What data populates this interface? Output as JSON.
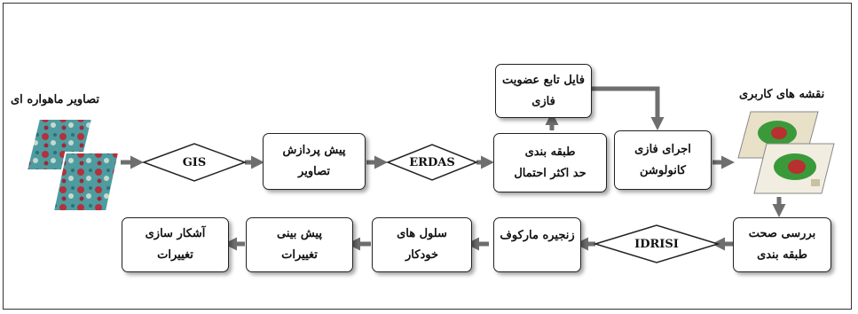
{
  "diagram": {
    "left_caption": "تصاویر ماهواره ای",
    "right_caption": "نقشه های کاربری",
    "diamonds": {
      "gis": "GIS",
      "erdas": "ERDAS",
      "idrisi": "IDRISI"
    },
    "boxes": {
      "preprocess": [
        "پیش پردازش",
        "تصاویر"
      ],
      "membership": [
        "فایل تابع عضویت",
        "فازی"
      ],
      "classify": [
        "طبقه بندی",
        "حد اکثر احتمال"
      ],
      "fuzzy_conv": [
        "اجرای فازی",
        "کانولوشن"
      ],
      "accuracy": [
        "بررسی صحت",
        "طبقه بندی"
      ],
      "markov": [
        "زنجیره مارکوف"
      ],
      "ca": [
        "سلول  های",
        "خودکار"
      ],
      "predict": [
        "پیش بینی",
        "تغییرات"
      ],
      "reveal": [
        "آشکار سازی",
        "تغییرات"
      ]
    },
    "colors": {
      "arrow": "#6e6e6e",
      "border": "#222222",
      "satellite_teal": "#4e9ca0",
      "satellite_red": "#b2313e",
      "map_green": "#3a9a3a",
      "map_red": "#b83030"
    }
  }
}
